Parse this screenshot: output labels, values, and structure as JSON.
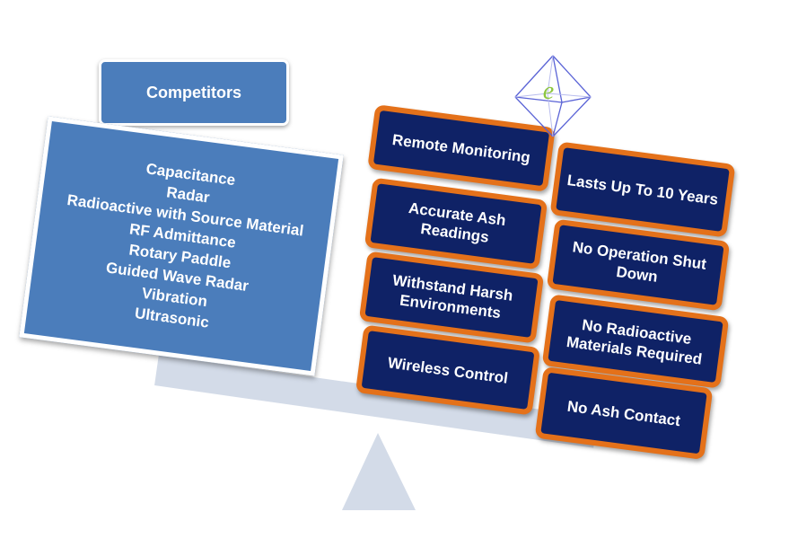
{
  "header": {
    "competitors_label": "Competitors"
  },
  "competitors": {
    "items": [
      "Capacitance",
      "Radar",
      "Radioactive with Source Material",
      "RF Admittance",
      "Rotary Paddle",
      "Guided Wave Radar",
      "Vibration",
      "Ultrasonic"
    ]
  },
  "features": {
    "left_column": [
      "Remote Monitoring",
      "Accurate Ash Readings",
      "Withstand Harsh Environments",
      "Wireless Control"
    ],
    "right_column": [
      "Lasts Up To 10 Years",
      "No Operation Shut Down",
      "No Radioactive Materials Required",
      "No Ash Contact"
    ]
  },
  "logo": {
    "icon": "octahedron-e-logo-icon",
    "letter": "e"
  },
  "colors": {
    "competitor_blue": "#4b7dbb",
    "feature_navy": "#0f2266",
    "feature_orange": "#e4711a",
    "scale_gray": "#d3dbe8",
    "logo_blue": "#5a63d6",
    "logo_green": "#8cc63f"
  }
}
